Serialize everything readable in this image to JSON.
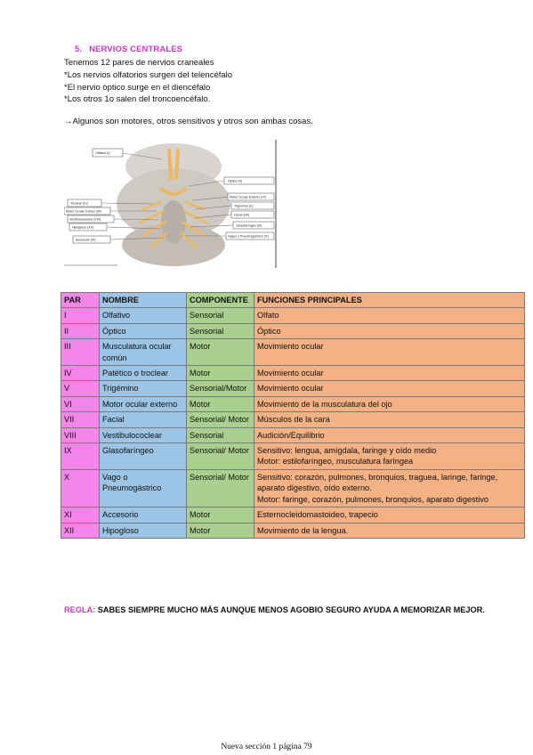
{
  "section": {
    "number": "5.",
    "title": "NERVIOS CENTRALES"
  },
  "intro": [
    "Tenemos 12 pares de nervios craneales",
    "*Los nervios olfatorios surgen del telencéfalo",
    "*El nervio óptico surge en el diencéfalo",
    "*Los otros 1o salen del troncoencéfalo."
  ],
  "note": "→Algunos son motores, otros sensitivos y otros son ambas cosas.",
  "figure": {
    "labels_left": [
      "Olfativo (I)",
      "Troclear (IV)",
      "Motor Ocular Comun (III)",
      "Vestibulococlear (VIII)",
      "Hipogloso (XII)",
      "Accesorio (XI)"
    ],
    "labels_right": [
      "Óptico (II)",
      "Motor Ocular Externo (VI)",
      "Trigemino (V)",
      "Facial (VII)",
      "Glosofaríngeo (IX)",
      "Vagus o Pneumogastrico (X)"
    ]
  },
  "table": {
    "headers": [
      "PAR",
      "NOMBRE",
      "COMPONENTE",
      "FUNCIONES PRINCIPALES"
    ],
    "rows": [
      {
        "par": "I",
        "nombre": "Olfativo",
        "componente": "Sensorial",
        "funciones": "Olfato"
      },
      {
        "par": "II",
        "nombre": "Óptico",
        "componente": "Sensorial",
        "funciones": "Óptico"
      },
      {
        "par": "III",
        "nombre": "Musculatura ocular común",
        "componente": "Motor",
        "funciones": "Movimiento ocular"
      },
      {
        "par": "IV",
        "nombre": "Patético o troclear",
        "componente": "Motor",
        "funciones": "Movimiento ocular"
      },
      {
        "par": "V",
        "nombre": "Trigémino",
        "componente": "Sensorial/Motor",
        "funciones": "Movimiento ocular"
      },
      {
        "par": "VI",
        "nombre": "Motor ocular externo",
        "componente": "Motor",
        "funciones": "Movimiento de la musculatura del ojo"
      },
      {
        "par": "VII",
        "nombre": "Facial",
        "componente": "Sensorial/ Motor",
        "funciones": "Músculos de la cara"
      },
      {
        "par": "VIII",
        "nombre": "Vestibulococlear",
        "componente": "Sensorial",
        "funciones": "Audición/Equilibrio"
      },
      {
        "par": "IX",
        "nombre": "Glasofaríngeo",
        "componente": "Sensorial/ Motor",
        "funciones": "Sensitivo: lengua, amígdala, faringe y oído medio\nMotor: estilofaríngeo, musculatura faríngea"
      },
      {
        "par": "X",
        "nombre": "Vago o Pneumogástrico",
        "componente": "Sensorial/ Motor",
        "funciones": "Sensitivo: corazón, pulmones, bronquios, traguea, laringe, faringe, aparato digestivo, oído externo.\nMotor: faringe, corazón, pulmones, bronquios, aparato digestivo"
      },
      {
        "par": "XI",
        "nombre": "Accesorio",
        "componente": "Motor",
        "funciones": "Esternocleidomastoideo, trapecio"
      },
      {
        "par": "XII",
        "nombre": "Hipogloso",
        "componente": "Motor",
        "funciones": "Movimiento de la lengua."
      }
    ]
  },
  "rule": {
    "label": "REGLA:",
    "text": "SABES SIEMPRE MUCHO MÁS AUNQUE MENOS AGOBIO SEGURO AYUDA A MEMORIZAR MEJOR."
  },
  "footer": "Nueva sección 1 página 79",
  "colors": {
    "heading": "#d633c9",
    "par": "#f486ea",
    "nombre": "#9cc4e4",
    "componente": "#a9d08e",
    "funciones": "#f4b183"
  }
}
